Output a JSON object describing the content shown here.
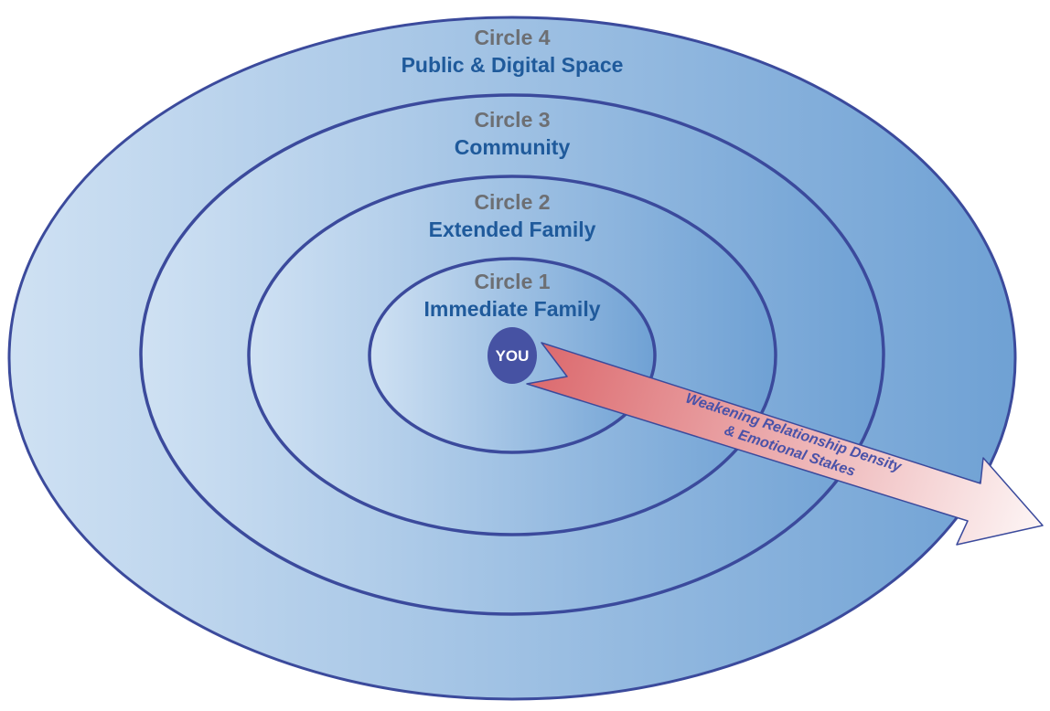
{
  "circles": [
    {
      "number": "Circle 4",
      "name": "Public & Digital Space"
    },
    {
      "number": "Circle 3",
      "name": "Community"
    },
    {
      "number": "Circle 2",
      "name": "Extended Family"
    },
    {
      "number": "Circle 1",
      "name": "Immediate Family"
    }
  ],
  "center": {
    "label": "YOU"
  },
  "arrow": {
    "line1": "Weakening Relationship Density",
    "line2": "& Emotional Stakes"
  },
  "colors": {
    "ring_fill_light": "#cfe1f3",
    "ring_fill_dark": "#6fa1d4",
    "ring_stroke": "#3b4a9c",
    "number_text": "#6d6f73",
    "name_text": "#1f5a9b",
    "you_fill": "#4652a3",
    "arrow_start": "#dc6b6f",
    "arrow_end": "#fdf5f5",
    "arrow_text": "#4a52a8"
  }
}
